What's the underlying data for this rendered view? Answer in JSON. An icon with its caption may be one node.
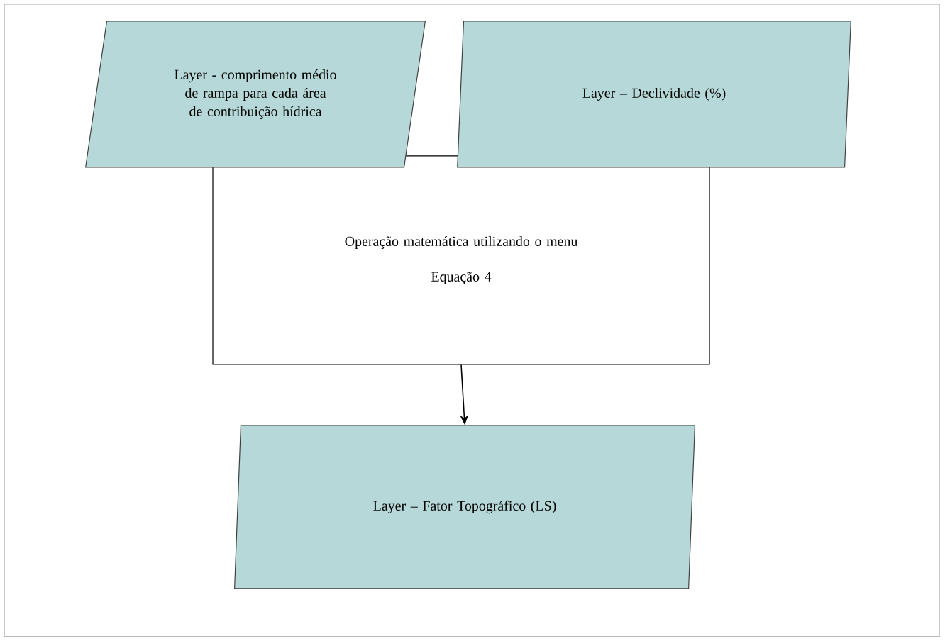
{
  "diagram": {
    "nodes": [
      {
        "text": [
          "Layer - comprimento médio de rampa para cada área de contribuição hídrica"
        ]
      },
      {
        "text": [
          "Layer – Declividade (%)"
        ]
      },
      {
        "text": [
          "Operação matemática utilizando o menu",
          "Equação 4"
        ]
      },
      {
        "text": [
          "Layer – Fator Topográfico (LS)"
        ]
      }
    ],
    "edges": [
      {
        "from": 2,
        "to": 3,
        "arrow": "to"
      }
    ]
  }
}
